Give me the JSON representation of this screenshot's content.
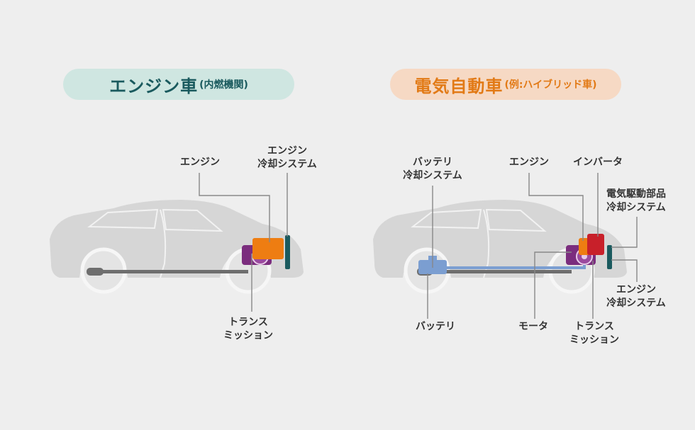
{
  "left_panel": {
    "title": "エンジン車",
    "subtitle": "(内燃機関)",
    "labels": {
      "engine": "エンジン",
      "engine_cooling_1": "エンジン",
      "engine_cooling_2": "冷却システム",
      "transmission_1": "トランス",
      "transmission_2": "ミッション"
    }
  },
  "right_panel": {
    "title": "電気自動車",
    "subtitle": "(例:ハイブリッド車)",
    "labels": {
      "battery_cooling_1": "バッテリ",
      "battery_cooling_2": "冷却システム",
      "engine": "エンジン",
      "inverter": "インバータ",
      "drive_cooling_1": "電気駆動部品",
      "drive_cooling_2": "冷却システム",
      "engine_cooling_1": "エンジン",
      "engine_cooling_2": "冷却システム",
      "battery": "バッテリ",
      "motor": "モータ",
      "transmission_1": "トランス",
      "transmission_2": "ミッション"
    }
  },
  "colors": {
    "background": "#eeeeee",
    "car_body": "#d6d6d6",
    "engine": "#ee7d12",
    "transmission": "#7b2d7e",
    "cooling_bar": "#1a5a5e",
    "inverter": "#c8202a",
    "battery": "#7b9ed1",
    "shaft": "#6e6e6e"
  }
}
